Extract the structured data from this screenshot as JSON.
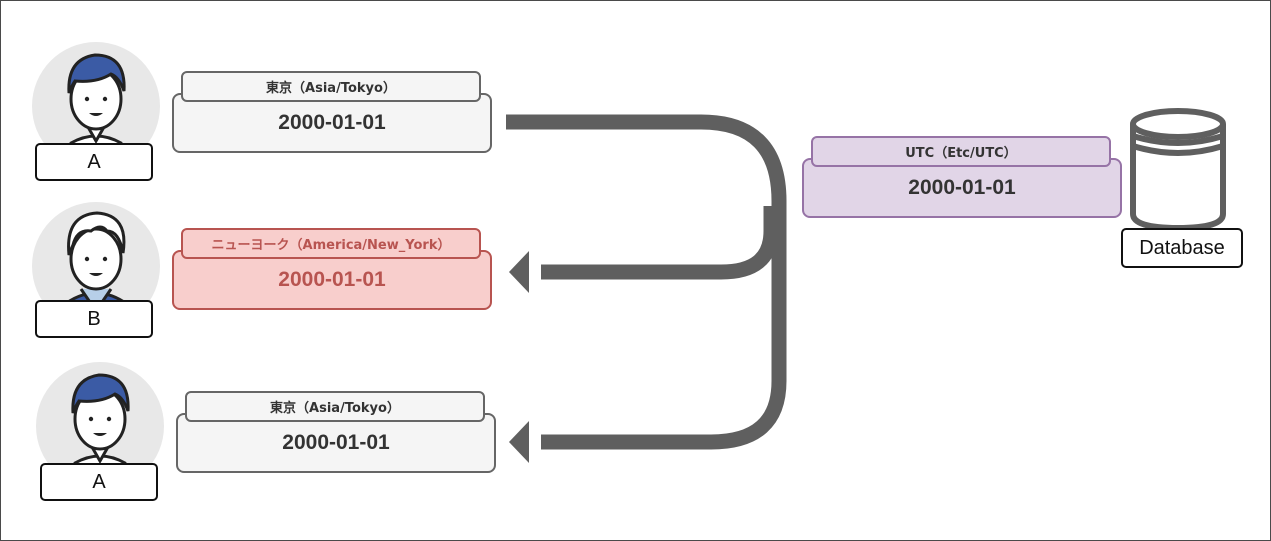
{
  "users": [
    {
      "label": "A",
      "hair": "blue"
    },
    {
      "label": "B",
      "hair": "white"
    },
    {
      "label": "A",
      "hair": "blue"
    }
  ],
  "cards": [
    {
      "timezone": "東京（Asia/Tokyo）",
      "date": "2000-01-01",
      "style": "gray"
    },
    {
      "timezone": "ニューヨーク（America/New_York）",
      "date": "2000-01-01",
      "style": "red"
    },
    {
      "timezone": "東京（Asia/Tokyo）",
      "date": "2000-01-01",
      "style": "gray"
    }
  ],
  "storage": {
    "timezone": "UTC（Etc/UTC）",
    "date": "2000-01-01",
    "label": "Database"
  },
  "colors": {
    "arrow": "#5f5f5f",
    "gray_fill": "#f5f5f5",
    "red_fill": "#f8cecc",
    "red_stroke": "#b85450",
    "purple_fill": "#e1d5e7",
    "purple_stroke": "#9673a6",
    "hair_blue": "#3b5ba5",
    "avatar_bg": "#e8e8e8"
  }
}
